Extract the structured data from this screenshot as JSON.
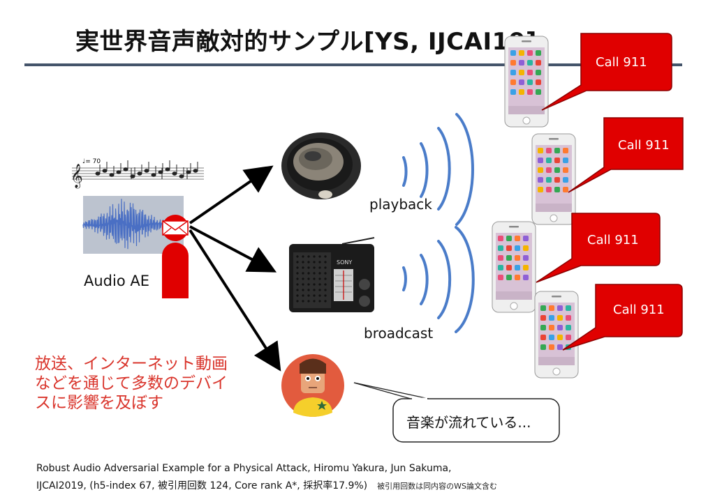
{
  "title": "実世界音声敵対的サンプル[YS, IJCAI19]",
  "labels": {
    "audio_ae": "Audio AE",
    "playback": "playback",
    "broadcast": "broadcast",
    "tempo": "♩= 70",
    "radio_brand": "SONY"
  },
  "red_note": [
    "放送、インターネット動画",
    "などを通じて多数のデバイ",
    "スに影響を及ぼす"
  ],
  "callouts": [
    "Call 911",
    "Call 911",
    "Call 911",
    "Call 911"
  ],
  "speech_bubble": "音楽が流れている...",
  "footnote": {
    "line1": "Robust Audio Adversarial Example for a Physical Attack, Hiromu Yakura, Jun Sakuma,",
    "line2": "IJCAI2019, (h5-index 67, 被引用回数 124, Core rank A*, 採択率17.9%)",
    "line2_small": "被引用回数は同内容のWS論文含む"
  },
  "colors": {
    "accent_red": "#e00000",
    "note_red": "#d9342b",
    "wave_blue": "#4a7cc9",
    "rule": "#44546a"
  }
}
